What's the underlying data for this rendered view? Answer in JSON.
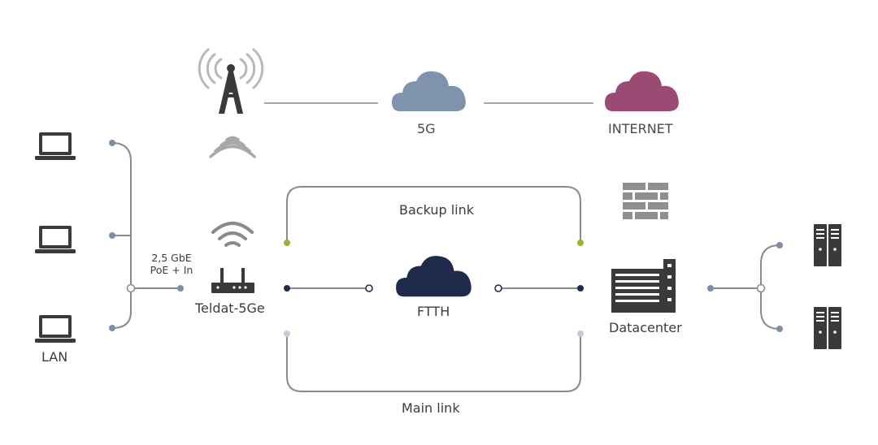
{
  "labels": {
    "lan": "LAN",
    "link_speed_line1": "2,5 GbE",
    "link_speed_line2": "PoE + In",
    "router": "Teldat-5Ge",
    "cloud_5g": "5G",
    "internet": "INTERNET",
    "backup_link": "Backup link",
    "ftth": "FTTH",
    "main_link": "Main link",
    "datacenter": "Datacenter"
  },
  "colors": {
    "line": "#8a8a8a",
    "icon": "#3a3a3a",
    "cloud_5g": "#7f93ad",
    "cloud_internet": "#9a4a73",
    "cloud_ftth": "#1f2a4d",
    "dot_lan": "#7a8ea8",
    "dot_backup": "#a3ad2f",
    "dot_main": "#c3ccd9",
    "dot_ftth": "#1f2a4d",
    "firewall": "#8f8f8f"
  },
  "icons": [
    "laptop-icon",
    "cell-tower-icon",
    "wireless-signal-icon",
    "wifi-icon",
    "router-icon",
    "cloud-icon",
    "firewall-icon",
    "datacenter-icon",
    "server-icon"
  ]
}
